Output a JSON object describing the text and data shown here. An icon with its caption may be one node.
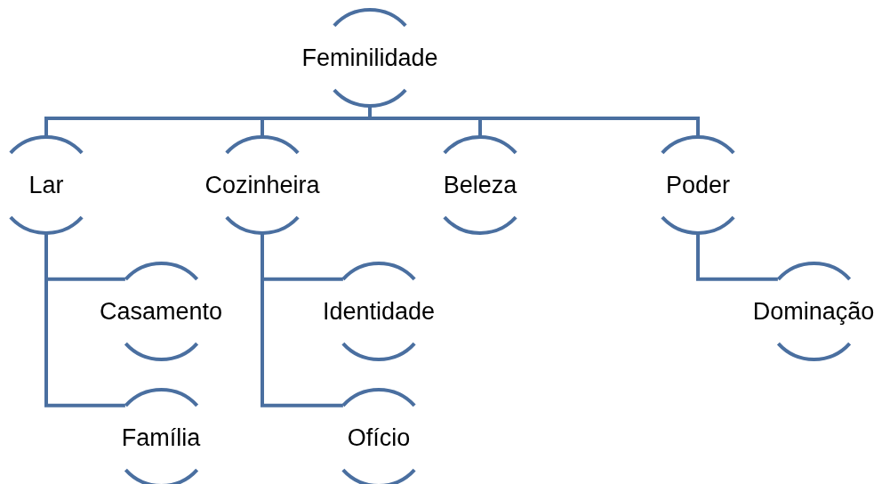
{
  "diagram": {
    "nodes": [
      {
        "text": [
          "Feminilidade"
        ]
      },
      {
        "text": [
          "Lar"
        ]
      },
      {
        "text": [
          "Cozinheira"
        ]
      },
      {
        "text": [
          "Beleza"
        ]
      },
      {
        "text": [
          "Poder"
        ]
      },
      {
        "text": [
          "Casamento"
        ]
      },
      {
        "text": [
          "Família"
        ]
      },
      {
        "text": [
          "Identidade"
        ]
      },
      {
        "text": [
          "Ofício"
        ]
      },
      {
        "text": [
          "Dominação"
        ]
      }
    ],
    "edges": [
      {
        "from": 0,
        "to": 1,
        "arrow": "none"
      },
      {
        "from": 0,
        "to": 2,
        "arrow": "none"
      },
      {
        "from": 0,
        "to": 3,
        "arrow": "none"
      },
      {
        "from": 0,
        "to": 4,
        "arrow": "none"
      },
      {
        "from": 1,
        "to": 5,
        "arrow": "none"
      },
      {
        "from": 1,
        "to": 6,
        "arrow": "none"
      },
      {
        "from": 2,
        "to": 7,
        "arrow": "none"
      },
      {
        "from": 2,
        "to": 8,
        "arrow": "none"
      },
      {
        "from": 4,
        "to": 9,
        "arrow": "none"
      }
    ]
  }
}
